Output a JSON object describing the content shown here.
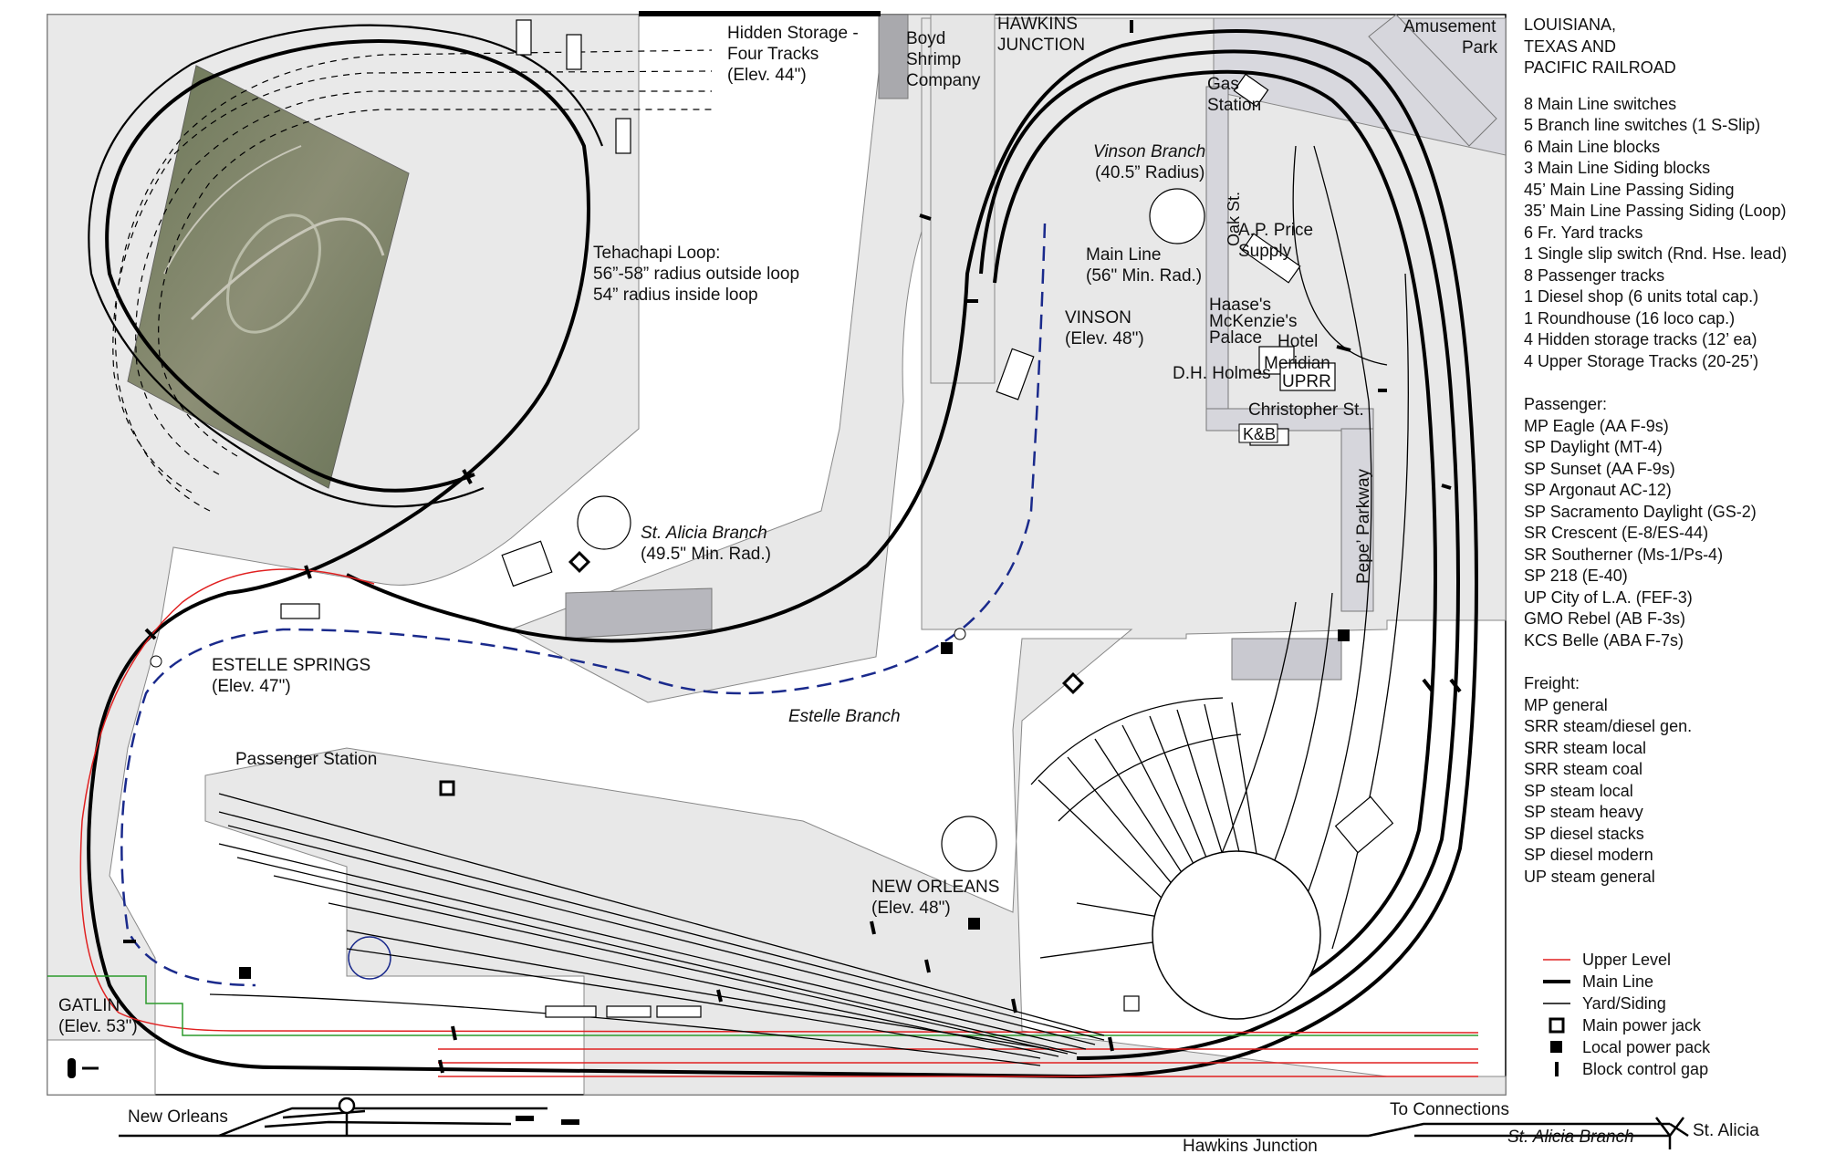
{
  "railroad_title_lines": [
    "LOUISIANA,",
    "TEXAS AND",
    "PACIFIC RAILROAD"
  ],
  "specs": [
    "8 Main Line switches",
    "5 Branch line switches (1 S-Slip)",
    "6 Main Line blocks",
    "3 Main Line Siding blocks",
    "45’ Main Line Passing Siding",
    "35’ Main Line Passing Siding (Loop)",
    "6 Fr. Yard tracks",
    "1 Single slip switch (Rnd. Hse. lead)",
    "8 Passenger tracks",
    "1 Diesel shop (6 units total cap.)",
    "1 Roundhouse (16 loco cap.)",
    "4 Hidden storage tracks (12’ ea)",
    "4 Upper Storage Tracks (20-25’)"
  ],
  "passenger": {
    "heading": "Passenger:",
    "items": [
      "MP Eagle (AA F-9s)",
      "SP Daylight (MT-4)",
      "SP Sunset (AA F-9s)",
      "SP Argonaut AC-12)",
      "SP Sacramento Daylight (GS-2)",
      "SR Crescent (E-8/ES-44)",
      "SR Southerner (Ms-1/Ps-4)",
      "SP 218 (E-40)",
      "UP City of L.A. (FEF-3)",
      "GMO Rebel (AB F-3s)",
      "KCS Belle (ABA F-7s)"
    ]
  },
  "freight": {
    "heading": "Freight:",
    "items": [
      "MP general",
      "SRR steam/diesel gen.",
      "SRR steam local",
      "SRR steam coal",
      "SP steam local",
      "SP steam heavy",
      "SP diesel stacks",
      "SP diesel modern",
      "UP steam general"
    ]
  },
  "legend": [
    {
      "symbol": "upper-level-line",
      "label": "Upper Level",
      "color": "#e02020"
    },
    {
      "symbol": "main-line-line",
      "label": "Main Line",
      "color": "#000000"
    },
    {
      "symbol": "yard-siding-line",
      "label": "Yard/Siding",
      "color": "#000000"
    },
    {
      "symbol": "main-power-jack-square",
      "label": "Main power jack",
      "color": "#000000"
    },
    {
      "symbol": "local-power-pack-square",
      "label": "Local power pack",
      "color": "#000000"
    },
    {
      "symbol": "block-gap-tick",
      "label": "Block control gap",
      "color": "#000000"
    }
  ],
  "map_labels": {
    "hidden_storage": [
      "Hidden Storage -",
      "Four Tracks",
      "(Elev. 44\")"
    ],
    "boyd": [
      "Boyd",
      "Shrimp",
      "Company"
    ],
    "hawkins_junction": [
      "HAWKINS",
      "JUNCTION"
    ],
    "amusement_park": [
      "Amusement",
      "Park"
    ],
    "gas_station": [
      "Gas",
      "Station"
    ],
    "vinson_branch": [
      "Vinson Branch",
      "(40.5” Radius)"
    ],
    "oak_st": "Oak St.",
    "ap_price": [
      "A.P. Price",
      "Supply"
    ],
    "main_line_note": [
      "Main Line",
      "(56\" Min. Rad.)"
    ],
    "vinson": [
      "VINSON",
      "(Elev. 48\")"
    ],
    "haases": [
      "Haase's",
      "McKenzie's",
      "Palace"
    ],
    "hotel": "Hotel",
    "meridian": "Meridian",
    "uprr": "UPRR",
    "dh_holmes": "D.H. Holmes",
    "christopher_st": "Christopher St.",
    "kb": "K&B",
    "pepe_parkway": "Pepe’ Parkway",
    "tehachapi": [
      "Tehachapi Loop:",
      "56”-58” radius outside loop",
      "54” radius inside loop"
    ],
    "st_alicia_branch": [
      "St. Alicia Branch",
      "(49.5\" Min. Rad.)"
    ],
    "estelle_springs": [
      "ESTELLE SPRINGS",
      "(Elev. 47\")"
    ],
    "estelle_branch": "Estelle Branch",
    "passenger_station": "Passenger Station",
    "new_orleans": [
      "NEW ORLEANS",
      "(Elev. 48\")"
    ],
    "gatlin": [
      "GATLIN",
      "(Elev. 53\")"
    ]
  },
  "schematic": {
    "new_orleans": "New Orleans",
    "to_connections": "To Connections",
    "hawkins_junction": "Hawkins Junction",
    "st_alicia_branch": "St. Alicia Branch",
    "st_alicia": "St. Alicia"
  },
  "colors": {
    "room_gray": "#e5e5e5",
    "structure_gray": "#cfcfd6",
    "main_line": "#000000",
    "branch_blue": "#1a2a8c",
    "upper_level_red": "#e02020",
    "green_track": "#2c9a2c"
  }
}
